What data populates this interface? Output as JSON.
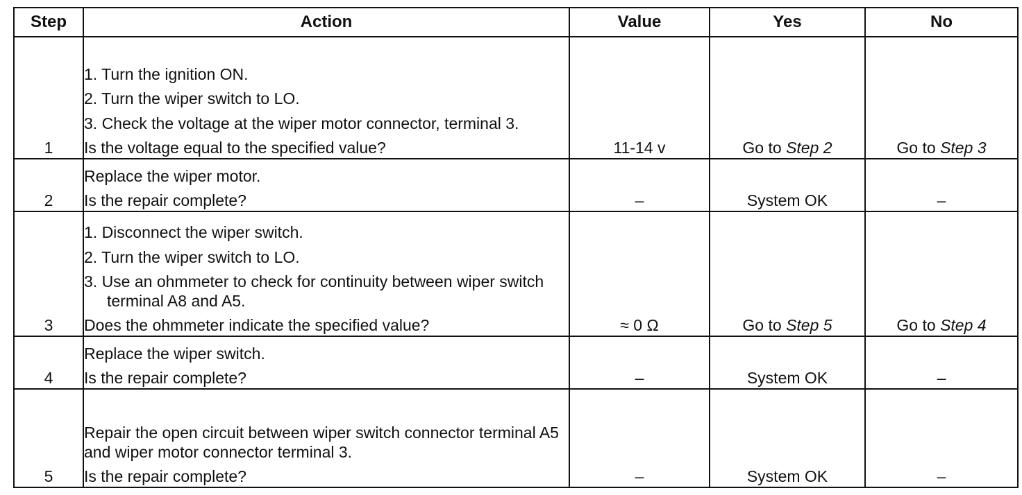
{
  "headers": {
    "step": "Step",
    "action": "Action",
    "value": "Value",
    "yes": "Yes",
    "no": "No"
  },
  "rows": [
    {
      "step": "1",
      "action": [
        "1. Turn the ignition ON.",
        "2. Turn the wiper switch to LO.",
        "3. Check the voltage at the wiper motor connector, terminal 3.",
        "Is the voltage equal to the specified value?"
      ],
      "value": "11-14 v",
      "yes_prefix": "Go to",
      "yes_link": "Step 2",
      "no_prefix": "Go to",
      "no_link": "Step 3"
    },
    {
      "step": "2",
      "action": [
        "Replace the wiper motor.",
        "Is the repair complete?"
      ],
      "value": "–",
      "yes": "System OK",
      "no": "–"
    },
    {
      "step": "3",
      "action": [
        "1. Disconnect the wiper switch.",
        "2. Turn the wiper switch to LO.",
        "3. Use an ohmmeter to check for continuity between wiper switch terminal A8 and A5.",
        "Does the ohmmeter indicate the specified value?"
      ],
      "value": "≈ 0 Ω",
      "yes_prefix": "Go to",
      "yes_link": "Step 5",
      "no_prefix": "Go to",
      "no_link": "Step 4"
    },
    {
      "step": "4",
      "action": [
        "Replace the wiper switch.",
        "Is the repair complete?"
      ],
      "value": "–",
      "yes": "System OK",
      "no": "–"
    },
    {
      "step": "5",
      "action": [
        "Repair the open circuit between wiper switch connector terminal A5 and wiper motor connector terminal 3.",
        "Is the repair complete?"
      ],
      "value": "–",
      "yes": "System OK",
      "no": "–"
    }
  ]
}
